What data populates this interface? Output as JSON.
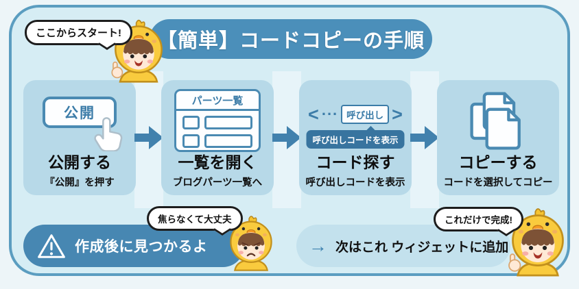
{
  "header": {
    "start_bubble_label": "ここからスタート!",
    "title": "【簡単】コードコピーの手順"
  },
  "steps": [
    {
      "heading": "公開する",
      "subtext": "『公開』を押す",
      "publish_button_label": "公開"
    },
    {
      "heading": "一覧を開く",
      "subtext": "ブログパーツ一覧へ",
      "list_header_label": "パーツ一覧"
    },
    {
      "heading": "コード探す",
      "subtext": "呼び出しコードを表示",
      "code_open_bracket": "<",
      "code_dots": "...",
      "code_tag_label": "呼び出し",
      "code_close_bracket": ">",
      "badge_label": "呼び出しコードを表示"
    },
    {
      "heading": "コピーする",
      "subtext": "コードを選択してコピー"
    }
  ],
  "footer": {
    "left_bubble_label": "焦らなくて大丈夫",
    "left_pill_text": "作成後に見つかるよ",
    "right_bubble_label": "これだけで完成!",
    "right_arrow_glyph": "→",
    "right_pill_text": "次はこれ ウィジェットに追加"
  },
  "colors": {
    "title_pill_blue": "#4b8fba",
    "panel_fill": "#d6edf4",
    "panel_border": "#5b9dc0",
    "step_box_fill": "#b7d9e8",
    "badge_blue": "#38749f",
    "footer_left_pill": "#4787b2",
    "footer_right_pill": "#c3e1ed",
    "arrow_blue": "#4181ad",
    "mascot_yellow": "#f9cb3e"
  }
}
